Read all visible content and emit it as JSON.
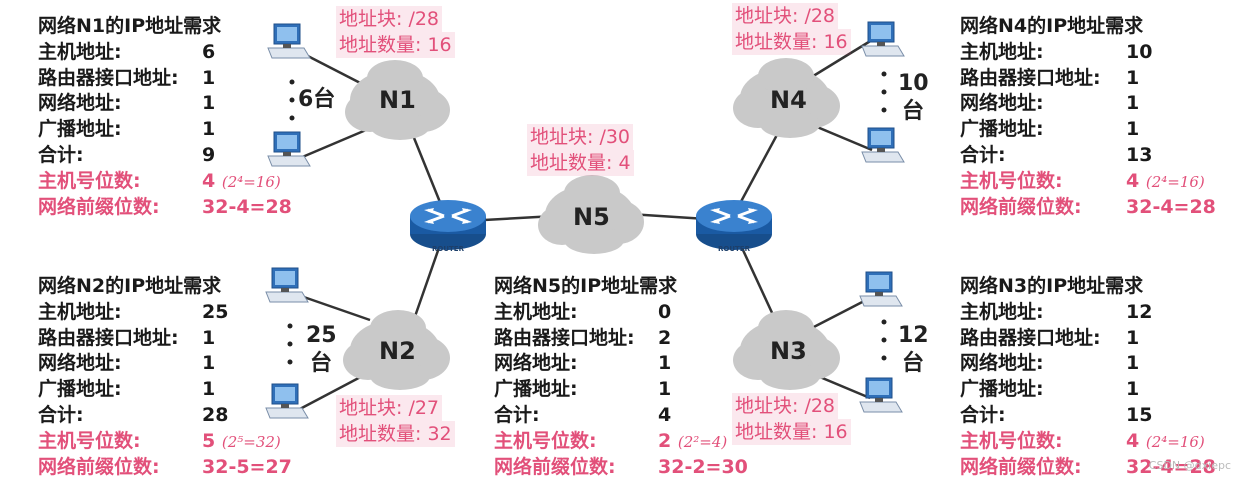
{
  "blocks": {
    "n1": {
      "title": "网络N1的IP地址需求",
      "rows": [
        {
          "label": "主机地址:",
          "value": "6"
        },
        {
          "label": "路由器接口地址:",
          "value": "1"
        },
        {
          "label": "网络地址:",
          "value": "1"
        },
        {
          "label": "广播地址:",
          "value": "1"
        },
        {
          "label": "合计:",
          "value": "9"
        }
      ],
      "host_bits_label": "主机号位数:",
      "host_bits_value": "4",
      "host_bits_note": "(2⁴=16)",
      "prefix_label": "网络前缀位数:",
      "prefix_value": "32-4=28"
    },
    "n2": {
      "title": "网络N2的IP地址需求",
      "rows": [
        {
          "label": "主机地址:",
          "value": "25"
        },
        {
          "label": "路由器接口地址:",
          "value": "1"
        },
        {
          "label": "网络地址:",
          "value": "1"
        },
        {
          "label": "广播地址:",
          "value": "1"
        },
        {
          "label": "合计:",
          "value": "28"
        }
      ],
      "host_bits_label": "主机号位数:",
      "host_bits_value": "5",
      "host_bits_note": "(2⁵=32)",
      "prefix_label": "网络前缀位数:",
      "prefix_value": "32-5=27"
    },
    "n5": {
      "title": "网络N5的IP地址需求",
      "rows": [
        {
          "label": "主机地址:",
          "value": "0"
        },
        {
          "label": "路由器接口地址:",
          "value": "2"
        },
        {
          "label": "网络地址:",
          "value": "1"
        },
        {
          "label": "广播地址:",
          "value": "1"
        },
        {
          "label": "合计:",
          "value": "4"
        }
      ],
      "host_bits_label": "主机号位数:",
      "host_bits_value": "2",
      "host_bits_note": "(2²=4)",
      "prefix_label": "网络前缀位数:",
      "prefix_value": "32-2=30"
    },
    "n4": {
      "title": "网络N4的IP地址需求",
      "rows": [
        {
          "label": "主机地址:",
          "value": "10"
        },
        {
          "label": "路由器接口地址:",
          "value": "1"
        },
        {
          "label": "网络地址:",
          "value": "1"
        },
        {
          "label": "广播地址:",
          "value": "1"
        },
        {
          "label": "合计:",
          "value": "13"
        }
      ],
      "host_bits_label": "主机号位数:",
      "host_bits_value": "4",
      "host_bits_note": "(2⁴=16)",
      "prefix_label": "网络前缀位数:",
      "prefix_value": "32-4=28"
    },
    "n3": {
      "title": "网络N3的IP地址需求",
      "rows": [
        {
          "label": "主机地址:",
          "value": "12"
        },
        {
          "label": "路由器接口地址:",
          "value": "1"
        },
        {
          "label": "网络地址:",
          "value": "1"
        },
        {
          "label": "广播地址:",
          "value": "1"
        },
        {
          "label": "合计:",
          "value": "15"
        }
      ],
      "host_bits_label": "主机号位数:",
      "host_bits_value": "4",
      "host_bits_note": "(2⁴=16)",
      "prefix_label": "网络前缀位数:",
      "prefix_value": "32-4=28"
    }
  },
  "annotations": {
    "n1": {
      "block": "地址块: /28",
      "count": "地址数量: 16"
    },
    "n4": {
      "block": "地址块: /28",
      "count": "地址数量: 16"
    },
    "n5": {
      "block": "地址块: /30",
      "count": "地址数量: 4"
    },
    "n2": {
      "block": "地址块: /27",
      "count": "地址数量: 32"
    },
    "n3": {
      "block": "地址块: /28",
      "count": "地址数量: 16"
    }
  },
  "networks": {
    "n1": {
      "name": "N1",
      "hosts": "6台"
    },
    "n2": {
      "name": "N2",
      "hosts_num": "25",
      "hosts_unit": "台"
    },
    "n3": {
      "name": "N3",
      "hosts_num": "12",
      "hosts_unit": "台"
    },
    "n4": {
      "name": "N4",
      "hosts_num": "10",
      "hosts_unit": "台"
    },
    "n5": {
      "name": "N5"
    }
  },
  "router_label": "ROUTER",
  "watermark": "CSDN @dxiepc",
  "colors": {
    "highlight": "#e2507a",
    "router": "#1d5fa8",
    "cloud": "#c9c9c9",
    "computer": "#2f6fb8"
  }
}
